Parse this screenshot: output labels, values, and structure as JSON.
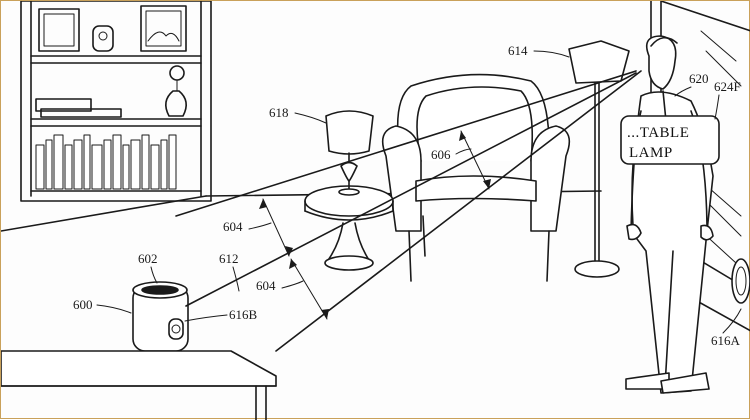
{
  "labels": {
    "l600": "600",
    "l602": "602",
    "l604a": "604",
    "l604b": "604",
    "l606": "606",
    "l612": "612",
    "l614": "614",
    "l616a": "616A",
    "l616b": "616B",
    "l618": "618",
    "l620": "620",
    "l624f": "624F"
  },
  "speech_bubble": {
    "line1": "...TABLE",
    "line2": "LAMP"
  }
}
